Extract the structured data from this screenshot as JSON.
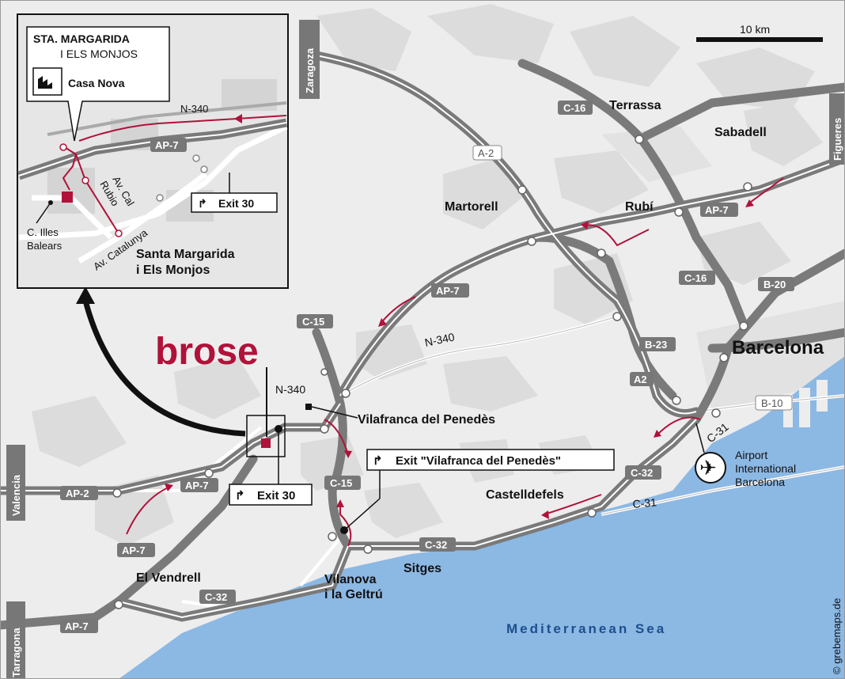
{
  "scale": {
    "label": "10 km"
  },
  "brand": {
    "logo": "brose",
    "color": "#b0123a"
  },
  "inset": {
    "title_line1": "STA. MARGARIDA",
    "title_line2": "I ELS MONJOS",
    "poi": "Casa Nova",
    "road_n340": "N-340",
    "road_ap7": "AP-7",
    "street1_a": "Av. Cal",
    "street1_b": "Rubio",
    "street2": "Av. Catalunya",
    "poi2_a": "C. Illes",
    "poi2_b": "Balears",
    "exit": "Exit 30",
    "town_a": "Santa Margarida",
    "town_b": "i Els Monjos"
  },
  "directions": {
    "zaragoza": "Zaragoza",
    "figueres": "Figueres",
    "valencia": "Valencia",
    "tarragona": "Tarragona"
  },
  "cities": {
    "terrassa": "Terrassa",
    "sabadell": "Sabadell",
    "martorell": "Martorell",
    "rubi": "Rubí",
    "barcelona": "Barcelona",
    "vilafranca": "Vilafranca del Penedès",
    "castelldefels": "Castelldefels",
    "sitges": "Sitges",
    "vilanova_a": "Vilanova",
    "vilanova_b": "i la Geltrú",
    "vendrell": "El Vendrell"
  },
  "roads": {
    "c16a": "C-16",
    "c16b": "C-16",
    "a2a": "A-2",
    "a2b": "A2",
    "ap7a": "AP-7",
    "ap7b": "AP-7",
    "ap7c": "AP-7",
    "ap7d": "AP-7",
    "ap7e": "AP-7",
    "b20": "B-20",
    "b23": "B-23",
    "b10": "B-10",
    "c15a": "C-15",
    "c15b": "C-15",
    "n340a": "N-340",
    "n340b": "N-340",
    "c32a": "C-32",
    "c32b": "C-32",
    "c32c": "C-32",
    "c31a": "C-31",
    "c31b": "C-31",
    "ap2": "AP-2"
  },
  "exits": {
    "exit30": "Exit 30",
    "exit_vilafranca": "Exit \"Vilafranca del Penedès\""
  },
  "airport": {
    "line1": "Airport",
    "line2": "International",
    "line3": "Barcelona"
  },
  "sea": "Mediterranean Sea",
  "copyright": "© grebemaps.de",
  "colors": {
    "sea": "#8cb8e4",
    "land": "#ececec",
    "relief": "#dadada",
    "road": "#777777",
    "route": "#b0123a"
  }
}
